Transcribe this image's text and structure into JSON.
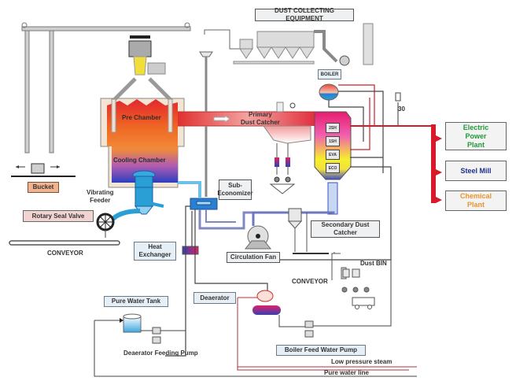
{
  "title": "Coke Dry Quenching (CDQ) Process Flow",
  "labels": {
    "dust_collecting_equipment": "DUST COLLECTING EQUIPMENT",
    "boiler": "BOILER",
    "pre_chamber": "Pre Chamber",
    "cooling_chamber": "Cooling Chamber",
    "primary_dust_catcher": "Primary\nDust Catcher",
    "bucket": "Bucket",
    "vibrating_feeder": "Vibrating\nFeeder",
    "rotary_seal_valve": "Rotary Seal Valve",
    "conveyor_left": "CONVEYOR",
    "sub_economizer": "Sub-\nEconomizer",
    "heat_exchanger": "Heat\nExchanger",
    "circulation_fan": "Circulation Fan",
    "secondary_dust_catcher": "Secondary Dust\nCatcher",
    "conveyor_right": "CONVEYOR",
    "dust_bin": "Dust BIN",
    "pure_water_tank": "Pure Water Tank",
    "deaerator": "Deaerator",
    "deaerator_feeding_pump": "Deaerator Feeding Pump",
    "boiler_feed_water_pump": "Boiler Feed Water Pump",
    "low_pressure_steam": "Low pressure steam",
    "pure_water_line": "Pure water line",
    "number_30": "30"
  },
  "boiler_sections": [
    "2SH",
    "1SH",
    "EVA",
    "ECO"
  ],
  "destinations": [
    {
      "label": "Electric\nPower\nPlant",
      "color": "#1f9a3a"
    },
    {
      "label": "Steel Mill",
      "color": "#1d2f8c"
    },
    {
      "label": "Chemical\nPlant",
      "color": "#e8952c"
    }
  ],
  "colors": {
    "steam_line": "#d7192a",
    "pipe_gray": "#9aa0a6",
    "water_blue": "#2a9fd6",
    "hot_red": "#e8352a"
  }
}
